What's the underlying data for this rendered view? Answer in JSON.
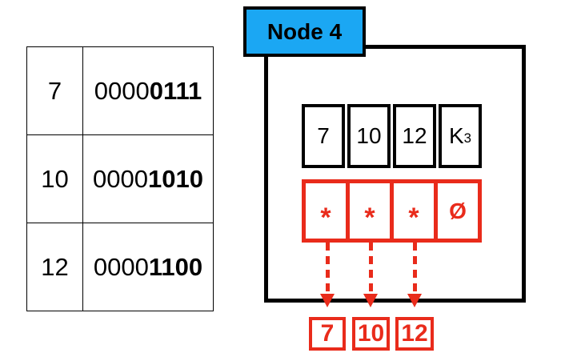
{
  "left_table": {
    "rows": [
      {
        "key": "7",
        "binary_prefix": "0000",
        "binary_suffix": "0111"
      },
      {
        "key": "10",
        "binary_prefix": "0000",
        "binary_suffix": "1010"
      },
      {
        "key": "12",
        "binary_prefix": "0000",
        "binary_suffix": "1100"
      }
    ]
  },
  "node": {
    "title": "Node 4",
    "keys": [
      "7",
      "10",
      "12"
    ],
    "key_slot_label": {
      "base": "K",
      "subscript": "3"
    },
    "pointers": [
      "*",
      "*",
      "*"
    ],
    "null_symbol": "Ø",
    "leaves": [
      "7",
      "10",
      "12"
    ]
  },
  "colors": {
    "accent_blue": "#1BA7F3",
    "accent_red": "#E92B1B",
    "outline_black": "#000000"
  }
}
